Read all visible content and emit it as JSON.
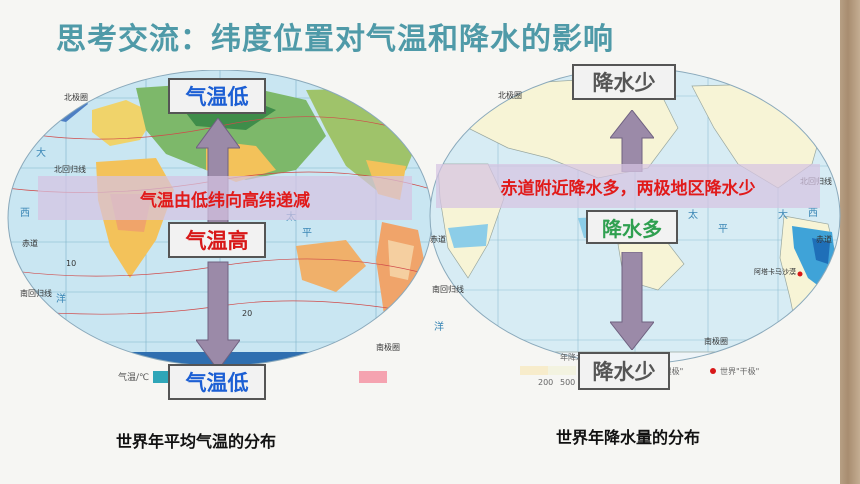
{
  "slide": {
    "title": "思考交流：纬度位置对气温和降水的影响"
  },
  "left_map": {
    "top_box": "气温低",
    "band_text": "气温由低纬向高纬递减",
    "middle_box": "气温高",
    "bottom_box": "气温低",
    "caption": "世界年平均气温的分布",
    "legend_label": "气温/℃",
    "map_labels": {
      "north_pole_circle": "北极圈",
      "tropic_cancer": "北回归线",
      "equator": "赤道",
      "tropic_capricorn": "南回归线",
      "south_pole_circle": "南极圈",
      "ocean_tai": "太",
      "ocean_ping": "平",
      "ocean_yang": "洋",
      "ocean_da": "大",
      "ocean_xi": "西",
      "isotherm_10": "10",
      "isotherm_20": "20"
    }
  },
  "right_map": {
    "top_box": "降水少",
    "band_text": "赤道附近降水多，两极地区降水少",
    "middle_box": "降水多",
    "bottom_box": "降水少",
    "caption": "世界年降水量的分布",
    "legend_title": "年降水",
    "legend_values": [
      "200",
      "500"
    ],
    "legend_dry_pole": "世界\"干极\"",
    "legend_wet_pole": "\"湿极\"",
    "map_labels": {
      "north_pole_circle": "北极圈",
      "tropic_cancer": "北回归线",
      "equator": "赤道",
      "equator_right": "赤道",
      "tropic_capricorn": "南回归线",
      "south_pole_circle": "南极圈",
      "atacama": "阿塔卡马沙漠",
      "ocean_tai": "太",
      "ocean_ping": "平",
      "ocean_yang": "洋",
      "ocean_da": "大",
      "ocean_xi": "西"
    }
  },
  "colors": {
    "title": "#4f9aa8",
    "box_blue_text": "#1c5fd4",
    "box_red_text": "#d81818",
    "box_green_text": "#2fa050",
    "band_text": "#e11a1a",
    "arrow_fill": "#9b8aa8",
    "ocean": "#c9e6f2"
  }
}
